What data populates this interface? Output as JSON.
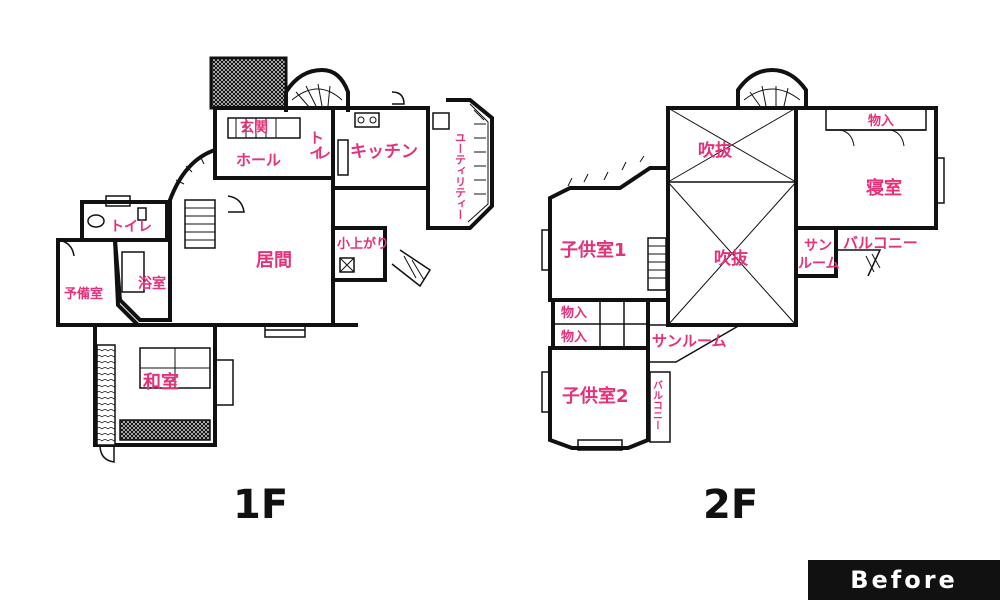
{
  "floors": {
    "first": {
      "label": "1F",
      "rooms": {
        "genkan": "玄関",
        "hall": "ホール",
        "toilet_a": "トイ",
        "toilet_b": "レ",
        "kitchen": "キッチン",
        "utility": "ユーティリティー",
        "toilet2": "トイレ",
        "bath": "浴室",
        "spare": "予備室",
        "living": "居間",
        "koagari": "小上がり",
        "washitsu": "和室"
      }
    },
    "second": {
      "label": "2F",
      "rooms": {
        "void1": "吹抜",
        "void2": "吹抜",
        "closet_top": "物入",
        "bedroom": "寝室",
        "child1": "子供室1",
        "sun1_a": "サン",
        "sun1_b": "ルーム",
        "balcony1": "バルコニー",
        "closet1": "物入",
        "closet2": "物入",
        "sunroom2": "サンルーム",
        "child2": "子供室2",
        "balcony2": "バルコニー"
      }
    }
  },
  "badge": "Before",
  "colors": {
    "room_label": "#e5317a",
    "walls": "#111111"
  }
}
